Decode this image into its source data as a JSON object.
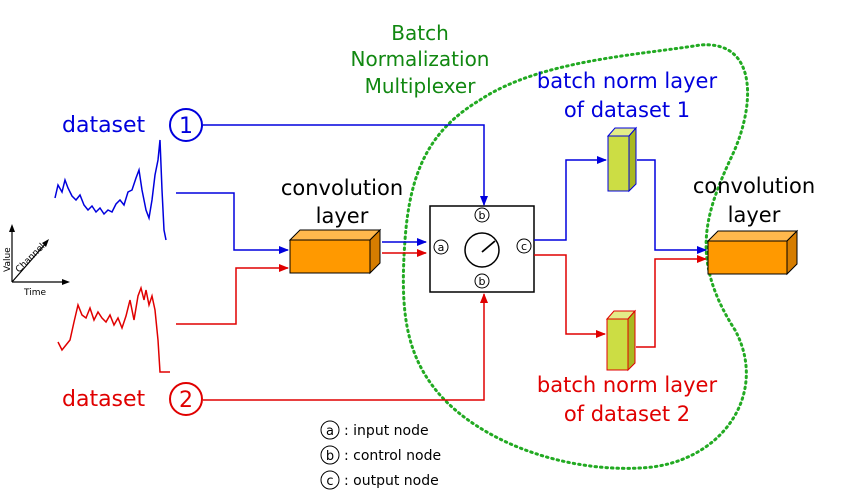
{
  "title": {
    "line1": "Batch",
    "line2": "Normalization",
    "line3": "Multiplexer"
  },
  "datasets": {
    "one": {
      "label": "dataset",
      "number": "1"
    },
    "two": {
      "label": "dataset",
      "number": "2"
    }
  },
  "conv_left": {
    "line1": "convolution",
    "line2": "layer"
  },
  "conv_right": {
    "line1": "convolution",
    "line2": "layer"
  },
  "bn1": {
    "line1": "batch norm layer",
    "line2": "of dataset 1"
  },
  "bn2": {
    "line1": "batch norm layer",
    "line2": "of dataset 2"
  },
  "axes": {
    "value": "Value",
    "channel": "Channel",
    "time": "Time"
  },
  "node_marks": {
    "a": "a",
    "b": "b",
    "c": "c"
  },
  "legend": [
    {
      "mark": "a",
      "text": ": input node"
    },
    {
      "mark": "b",
      "text": ": control node"
    },
    {
      "mark": "c",
      "text": ": output node"
    }
  ],
  "colors": {
    "dataset1": "#0000dd",
    "dataset2": "#e00000",
    "multiplexer": "#22aa22",
    "title": "#118811",
    "conv_fill": "#ff9900",
    "bn_fill": "#ccdd44"
  }
}
